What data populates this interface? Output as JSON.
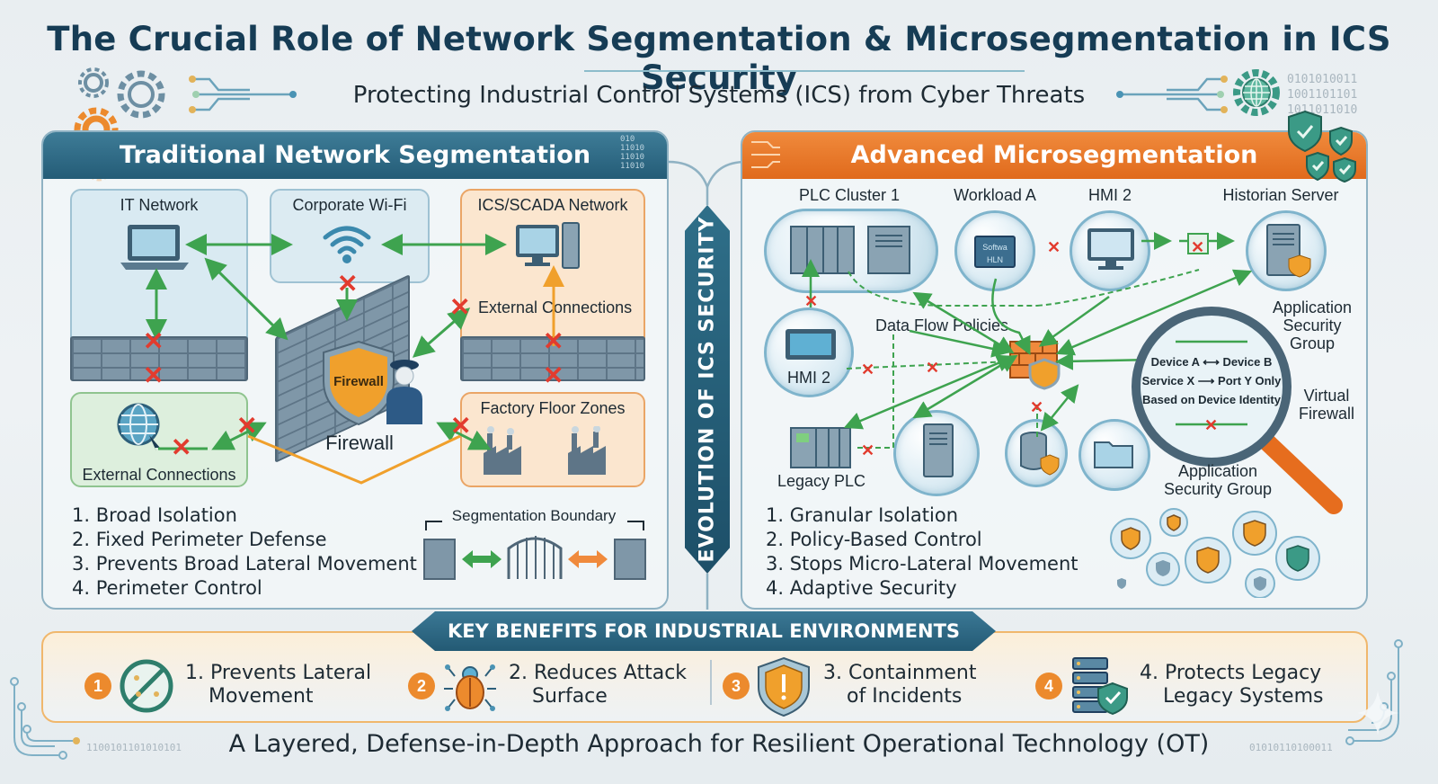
{
  "header": {
    "title": "The Crucial Role of Network Segmentation & Microsegmentation in ICS Security",
    "subtitle": "Protecting Industrial Control Systems (ICS) from Cyber Threats",
    "binary_lines": [
      "0101010011",
      "1001101101",
      "1011011010"
    ]
  },
  "traditional": {
    "title": "Traditional Network Segmentation",
    "zones": {
      "it_network": "IT Network",
      "corporate_wifi": "Corporate Wi-Fi",
      "ics_scada": "ICS/SCADA Network",
      "ics_external": "External Connections",
      "external": "External Connections",
      "factory": "Factory Floor Zones"
    },
    "firewall_shield_label": "Firewall",
    "firewall_label": "Firewall",
    "points": [
      "1. Broad Isolation",
      "2. Fixed Perimeter Defense",
      "3. Prevents Broad Lateral Movement",
      "4. Perimeter Control"
    ],
    "boundary_label": "Segmentation Boundary"
  },
  "evolution": {
    "label": "EVOLUTION OF ICS SECURITY"
  },
  "micro": {
    "title": "Advanced Microsegmentation",
    "nodes": {
      "plc_cluster": "PLC Cluster 1",
      "workload_a": "Workload A",
      "hmi2_top": "HMI 2",
      "historian": "Historian Server",
      "hmi2_left": "HMI 2",
      "legacy_plc": "Legacy PLC",
      "data_flow": "Data Flow Policies",
      "app_sec_group_top": "Application Security Group",
      "virtual_firewall": "Virtual Firewall",
      "app_sec_group_bottom": "Application Security Group",
      "workload_screen": "Softwa HLN"
    },
    "magnifier": {
      "line1": "Device A ⟷ Device B",
      "line2": "Service X ⟶ Port Y Only",
      "line3": "Based on Device Identity"
    },
    "points": [
      "1. Granular Isolation",
      "2. Policy-Based Control",
      "3. Stops Micro-Lateral Movement",
      "4. Adaptive Security"
    ]
  },
  "benefits": {
    "title": "KEY BENEFITS FOR INDUSTRIAL ENVIRONMENTS",
    "items": [
      {
        "num": "1",
        "line1": "1. Prevents Lateral",
        "line2": "Movement",
        "icon": "no-lateral-movement-icon"
      },
      {
        "num": "2",
        "line1": "2. Reduces Attack",
        "line2": "Surface",
        "icon": "bug-icon"
      },
      {
        "num": "3",
        "line1": "3. Containment",
        "line2": "of Incidents",
        "icon": "warning-shield-icon"
      },
      {
        "num": "4",
        "line1": "4. Protects Legacy",
        "line2": "Legacy Systems",
        "icon": "server-shield-icon"
      }
    ]
  },
  "footer": {
    "text": "A Layered, Defense-in-Depth Approach for Resilient Operational Technology (OT)",
    "binary_left": "1100101101010101",
    "binary_right": "01010110100011"
  },
  "colors": {
    "primary_blue": "#245c77",
    "accent_orange": "#e06a1c",
    "allow_green": "#3ea34f",
    "block_red": "#e23b2e",
    "shield_orange": "#f0a02c"
  }
}
